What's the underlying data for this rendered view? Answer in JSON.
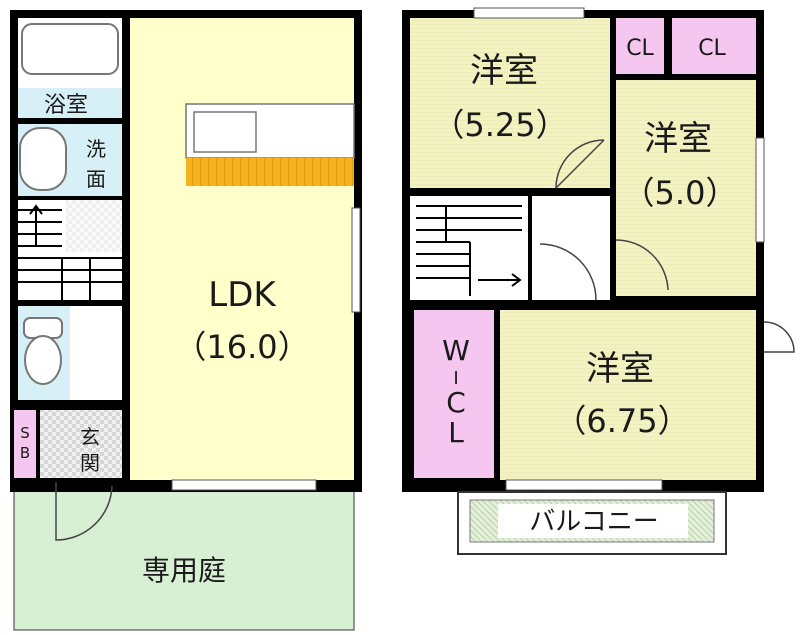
{
  "floor1": {
    "bath": "浴室",
    "washroom": [
      "洗",
      "面"
    ],
    "ldk": {
      "name": "LDK",
      "size": "（16.0）"
    },
    "storage": [
      "S",
      "B"
    ],
    "entrance": [
      "玄",
      "関"
    ],
    "garden": "専用庭"
  },
  "floor2": {
    "room_a": {
      "name": "洋室",
      "size": "（5.25）"
    },
    "closet_1": "CL",
    "closet_2": "CL",
    "room_b": {
      "name": "洋室",
      "size": "（5.0）"
    },
    "wic": [
      "W",
      "I",
      "C",
      "L"
    ],
    "room_c": {
      "name": "洋室",
      "size": "（6.75）"
    },
    "balcony": "バルコニー"
  },
  "colors": {
    "wall": "#000000",
    "ldk_floor": "#ffffcc",
    "western_room_floor": "#f3f2c2",
    "wet_area": "#d7f0f7",
    "closet": "#f5c6f0",
    "garden": "#d7efd2",
    "stairs_hall": "#ffffff",
    "counter": "#f7b21e",
    "balcony": "#e6e6e6"
  }
}
